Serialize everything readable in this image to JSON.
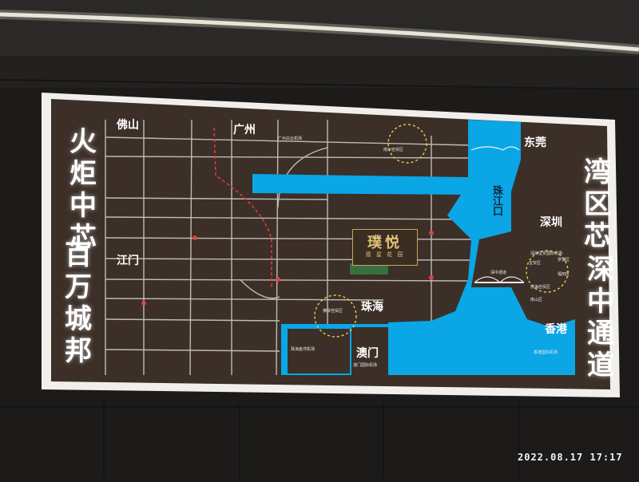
{
  "slogan_left": [
    "火炬中芯",
    "百万城邦"
  ],
  "slogan_right": [
    "湾区芯",
    "深中通道"
  ],
  "cities": {
    "foshan": "佛山",
    "guangzhou": "广州",
    "dongguan": "东莞",
    "shenzhen": "深圳",
    "jiangmen": "江门",
    "zhuhai": "珠海",
    "macau": "澳门",
    "hongkong": "香港",
    "zhujiangkou": "珠江口"
  },
  "project": {
    "name": "璞悦",
    "sub": "德 星 花 园"
  },
  "labels": {
    "nansha": "南沙自贸区",
    "hengqin": "横琴自贸区",
    "qianhai": "前海自贸区",
    "zhuhai_airport": "珠海金湾机场",
    "macau_airport": "澳门国际机场",
    "baoan": "宝安区",
    "nanshan": "南山区",
    "futian": "福田区",
    "luohu": "罗湖区",
    "guangzhou_airport": "广州白云机场",
    "shenzhong": "深中通道",
    "shenzhen_airport": "深圳宝安国际机场",
    "hk_airport": "香港国际机场"
  },
  "timestamp": "2022.08.17 17:17",
  "colors": {
    "map_bg": "#3b2f28",
    "road": "#d9d6d2",
    "water": "#0aa6e6",
    "frame": "#f2f2f0",
    "wall": "#1c1b1a"
  }
}
